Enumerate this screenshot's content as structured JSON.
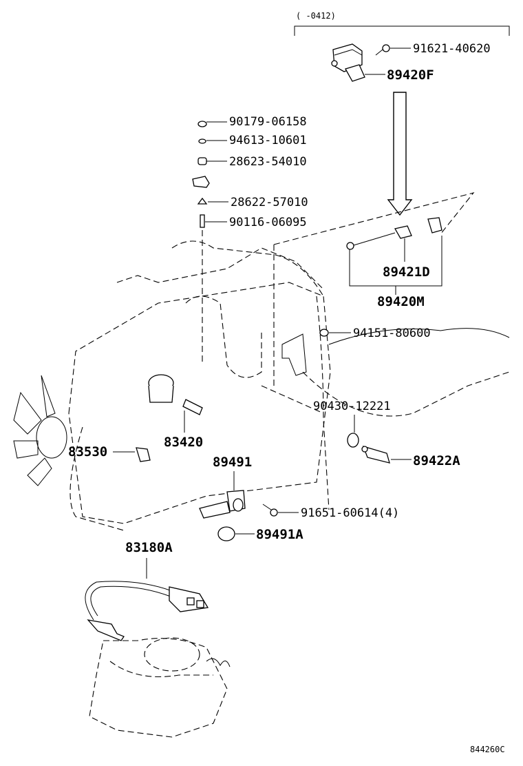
{
  "date_range": "(      -0412)",
  "diagram_code": "844260C",
  "part_labels": {
    "p91621_40620": "91621-40620",
    "p89420F": "89420F",
    "p90179_06158": "90179-06158",
    "p94613_10601": "94613-10601",
    "p28623_54010": "28623-54010",
    "p28622_57010": "28622-57010",
    "p90116_06095": "90116-06095",
    "p89421D": "89421D",
    "p89420M": "89420M",
    "p94151_80600": "94151-80600",
    "p90430_12221": "90430-12221",
    "p83420": "83420",
    "p83530": "83530",
    "p89422A": "89422A",
    "p89491": "89491",
    "p91651_60614": "91651-60614(4)",
    "p89491A": "89491A",
    "p83180A": "83180A"
  }
}
